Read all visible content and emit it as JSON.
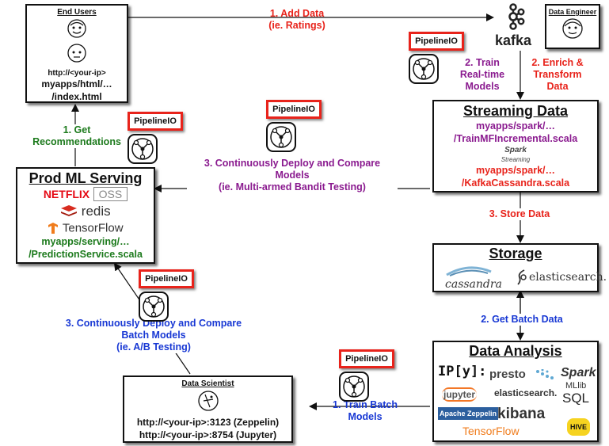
{
  "colors": {
    "red": "#e8231b",
    "purple": "#8a1a8f",
    "green": "#1c7a1c",
    "blue": "#1838d4"
  },
  "end_users": {
    "title": "End Users",
    "url_line": "http://<your-ip>",
    "path_line1": "myapps/html/…",
    "path_line2": "/index.html"
  },
  "kafka": {
    "logo_text": "kafka"
  },
  "data_engineer": {
    "title": "Data Engineer"
  },
  "streaming": {
    "title": "Streaming Data",
    "path1": "myapps/spark/…",
    "path2": "/TrainMFIncremental.scala",
    "spark_logo": "Spark",
    "spark_sub": "Streaming",
    "path3": "myapps/spark/…",
    "path4": "/KafkaCassandra.scala"
  },
  "storage": {
    "title": "Storage",
    "cassandra": "cassandra",
    "elasticsearch": "elasticsearch."
  },
  "analysis": {
    "title": "Data Analysis",
    "ipython": "IP[y]:",
    "presto": "presto",
    "spark": "Spark",
    "jupyter": "jupyter",
    "elasticsearch": "elasticsearch.",
    "mllib": "MLlib",
    "sql": "SQL",
    "zeppelin": "Apache Zeppelin",
    "kibana": "kibana",
    "tensorflow": "TensorFlow",
    "hive": "HIVE"
  },
  "prod": {
    "title": "Prod ML Serving",
    "netflix": "NETFLIX",
    "oss": "OSS",
    "redis": "redis",
    "tensorflow": "TensorFlow",
    "path1": "myapps/serving/…",
    "path2": "/PredictionService.scala"
  },
  "scientist": {
    "title": "Data Scientist",
    "line1": "http://<your-ip>:3123 (Zeppelin)",
    "line2": "http://<your-ip>:8754 (Jupyter)"
  },
  "pipelineio_label": "PipelineIO",
  "edges": {
    "add_data": [
      "1. Add Data",
      "(ie. Ratings)"
    ],
    "train_rt": [
      "2. Train",
      "Real-time",
      "Models"
    ],
    "enrich": [
      "2. Enrich &",
      "Transform",
      "Data"
    ],
    "store": "3. Store Data",
    "batch": "2. Get Batch Data",
    "train_batch": [
      "1. Train Batch",
      "Models"
    ],
    "get_rec": [
      "1. Get",
      "Recommendations"
    ],
    "deploy_models": [
      "3. Continuously Deploy and Compare",
      "Models",
      "(ie. Multi-armed Bandit Testing)"
    ],
    "deploy_batch": [
      "3. Continuously Deploy and Compare",
      "Batch Models",
      "(ie. A/B Testing)"
    ]
  }
}
